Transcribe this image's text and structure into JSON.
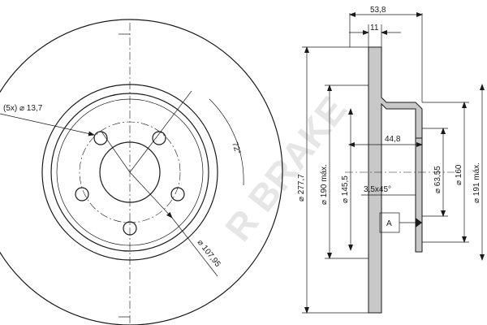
{
  "watermark": {
    "text": "R BRAKE"
  },
  "front_view": {
    "bolt_hole_label": "(5x) ⌀ 13,7",
    "angle_label": "72°",
    "pcd_label": "⌀ 107,95"
  },
  "section_view": {
    "overall_width": "53,8",
    "disc_thickness": "11",
    "hat_depth": "44,8",
    "chamfer": "3,5x45°",
    "outer_diameter": "⌀ 277,7",
    "friction_inner_diameter": "⌀ 190 máx.",
    "hat_outer_diameter": "⌀ 145,5",
    "center_bore": "⌀ 63,55",
    "hat_diameter": "⌀ 160",
    "max_diameter": "⌀ 191 máx.",
    "datum": "A"
  }
}
